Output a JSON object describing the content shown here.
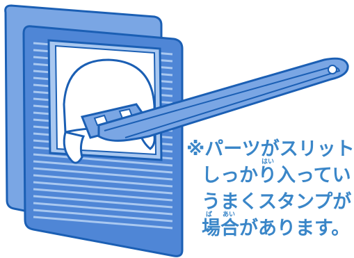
{
  "colors": {
    "stroke": "#1b5fb4",
    "fill_dark": "#4f86d6",
    "fill_light": "#a9c8f0",
    "fill_mid": "#7aa6e4",
    "window": "#ffffff",
    "text": "#3a86c8"
  },
  "icons": {
    "illustration": "stamp-tool-with-tweezers"
  },
  "note": {
    "lines": [
      "※パーツがスリットに",
      "しっかり入ってい",
      "うまくスタンプが",
      "場合があります。"
    ],
    "ruby_hai": "はい",
    "ruby_ba": "ば",
    "ruby_ai": "あい"
  }
}
